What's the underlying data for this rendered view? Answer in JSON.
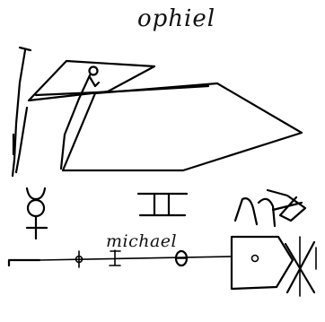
{
  "labels": {
    "top": "ophiel",
    "middle": "michael"
  },
  "colors": {
    "ink": "#000000",
    "background": "#ffffff"
  },
  "symbols": [
    "planetary-sigil-line",
    "mercury-symbol",
    "gemini-symbol",
    "virgo-symbol",
    "sigil-line-with-circles"
  ]
}
